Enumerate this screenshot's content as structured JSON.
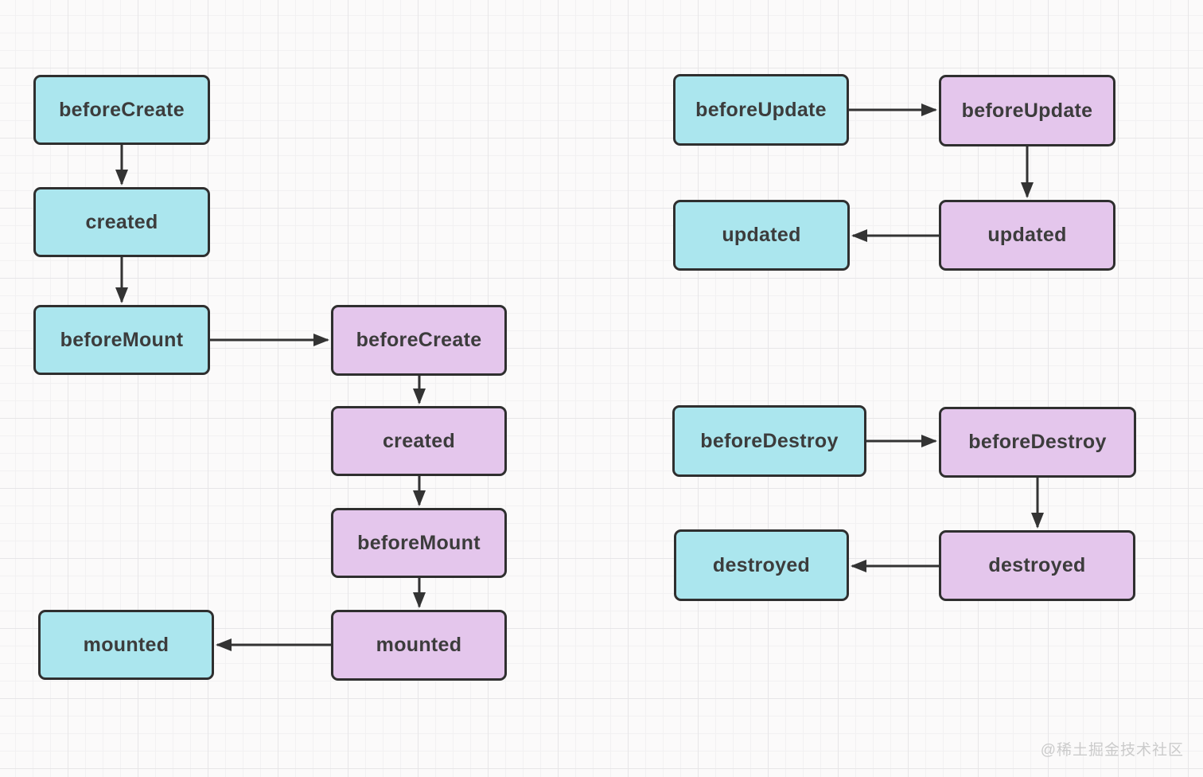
{
  "watermark": "@稀土掘金技术社区",
  "colors": {
    "parent_node_fill": "#abe6ee",
    "child_node_fill": "#e4c6ec",
    "node_border": "#2f2f2f",
    "node_text": "#3c3c3c",
    "arrow": "#333333",
    "background": "#fbfafa",
    "watermark_text": "#cbcbcb"
  },
  "nodes": {
    "parent_beforeCreate": "beforeCreate",
    "parent_created": "created",
    "parent_beforeMount": "beforeMount",
    "parent_mounted": "mounted",
    "child_beforeCreate": "beforeCreate",
    "child_created": "created",
    "child_beforeMount": "beforeMount",
    "child_mounted": "mounted",
    "parent_beforeUpdate": "beforeUpdate",
    "child_beforeUpdate": "beforeUpdate",
    "parent_updated": "updated",
    "child_updated": "updated",
    "parent_beforeDestroy": "beforeDestroy",
    "child_beforeDestroy": "beforeDestroy",
    "parent_destroyed": "destroyed",
    "child_destroyed": "destroyed"
  },
  "edges": [
    {
      "from": "parent_beforeCreate",
      "to": "parent_created"
    },
    {
      "from": "parent_created",
      "to": "parent_beforeMount"
    },
    {
      "from": "parent_beforeMount",
      "to": "child_beforeCreate"
    },
    {
      "from": "child_beforeCreate",
      "to": "child_created"
    },
    {
      "from": "child_created",
      "to": "child_beforeMount"
    },
    {
      "from": "child_beforeMount",
      "to": "child_mounted"
    },
    {
      "from": "child_mounted",
      "to": "parent_mounted"
    },
    {
      "from": "parent_beforeUpdate",
      "to": "child_beforeUpdate"
    },
    {
      "from": "child_beforeUpdate",
      "to": "child_updated"
    },
    {
      "from": "child_updated",
      "to": "parent_updated"
    },
    {
      "from": "parent_beforeDestroy",
      "to": "child_beforeDestroy"
    },
    {
      "from": "child_beforeDestroy",
      "to": "child_destroyed"
    },
    {
      "from": "child_destroyed",
      "to": "parent_destroyed"
    }
  ]
}
